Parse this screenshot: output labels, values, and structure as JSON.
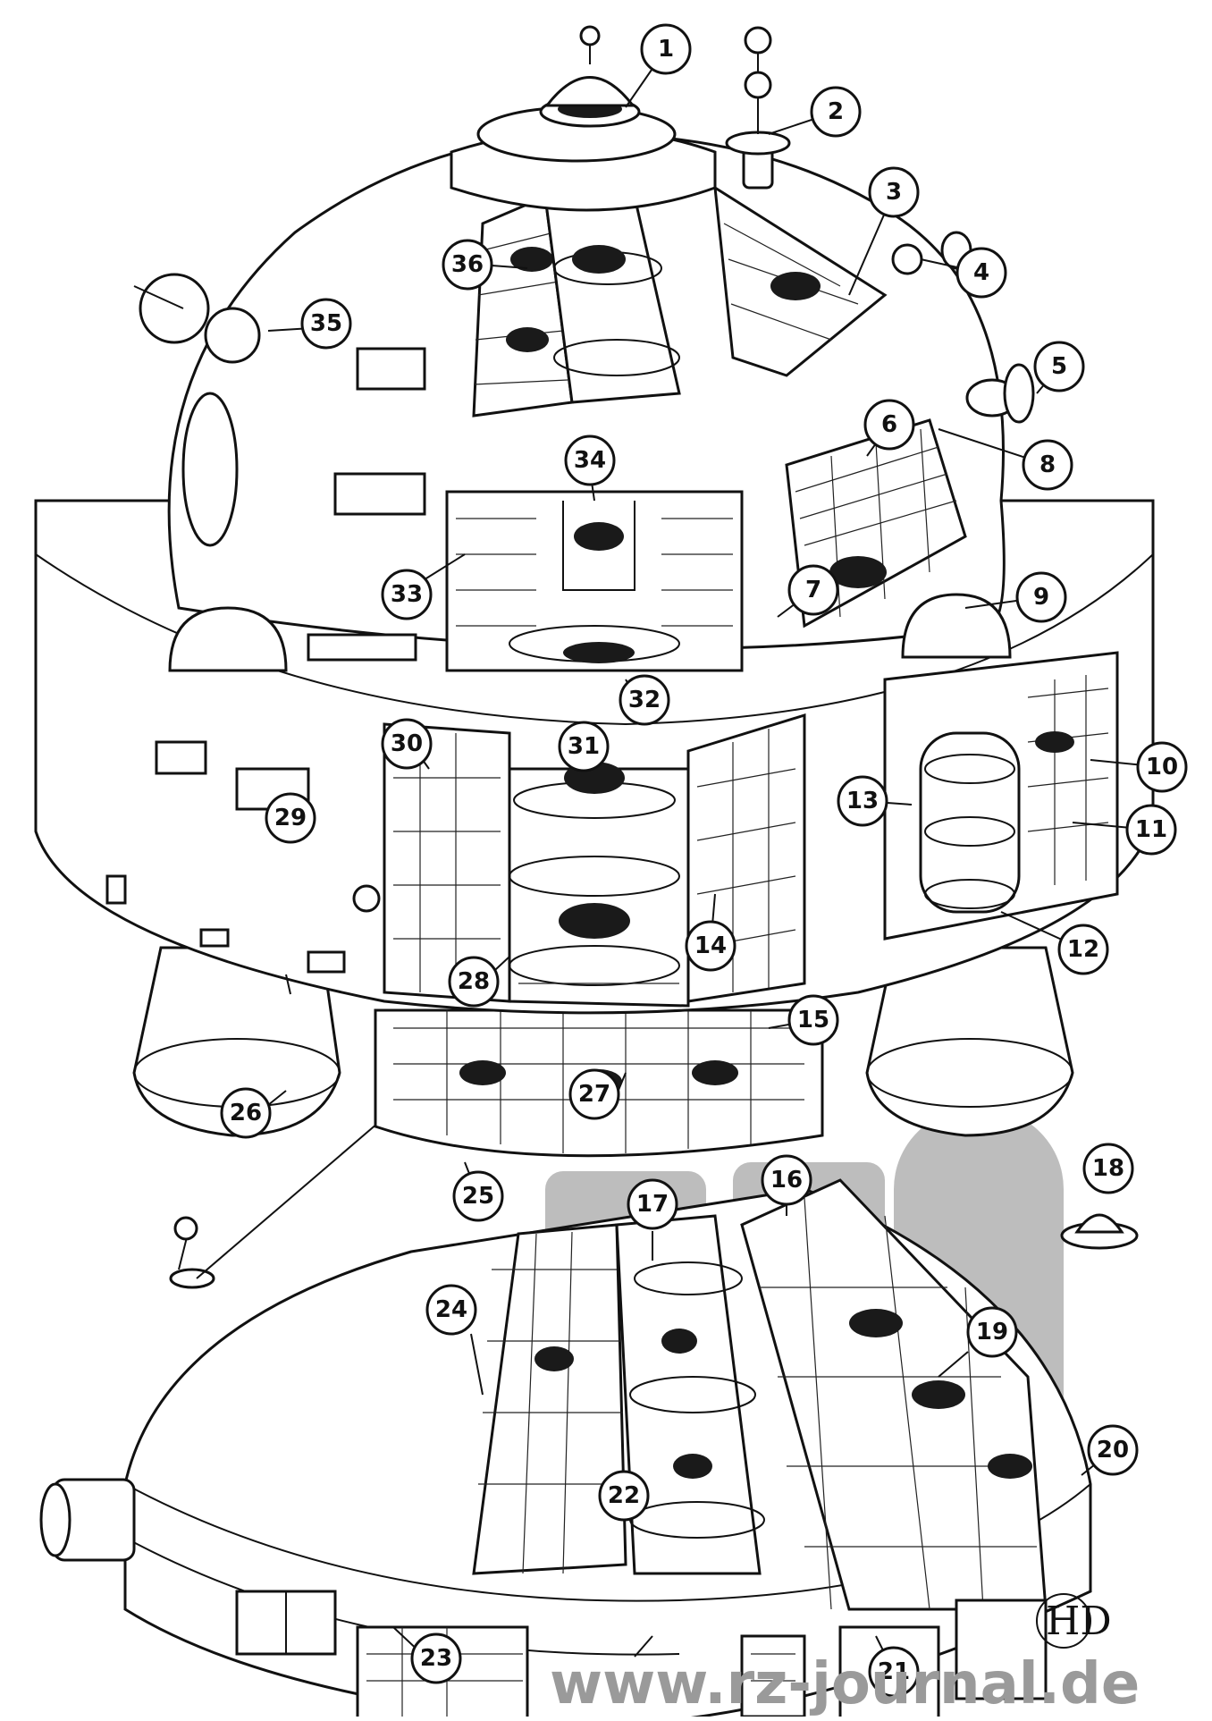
{
  "callouts": [
    "1",
    "2",
    "3",
    "4",
    "5",
    "6",
    "7",
    "8",
    "9",
    "10",
    "11",
    "12",
    "13",
    "14",
    "15",
    "16",
    "17",
    "18",
    "19",
    "20",
    "21",
    "22",
    "23",
    "24",
    "25",
    "26",
    "27",
    "28",
    "29",
    "30",
    "31",
    "32",
    "33",
    "34",
    "35",
    "36"
  ],
  "watermark": {
    "text": "www.rz-journal.de"
  },
  "signature": "HD",
  "colors": {
    "ink": "#111111",
    "paper": "#ffffff",
    "watermark": "#bdbdbd"
  }
}
